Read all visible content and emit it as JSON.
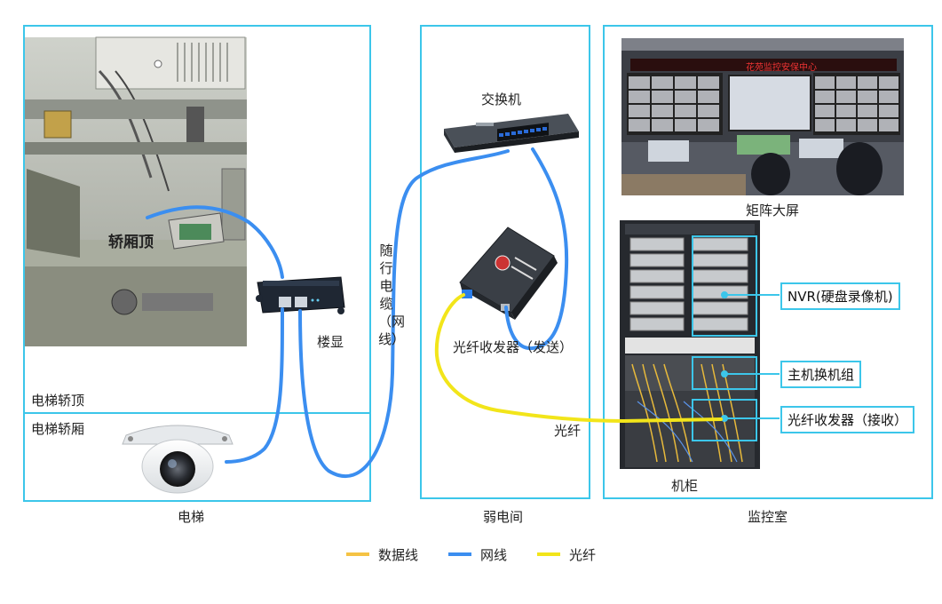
{
  "colors": {
    "border": "#3cc6ea",
    "data_line": "#f5c344",
    "network_line": "#3b8ef0",
    "fiber_line": "#f2e51a"
  },
  "zones": {
    "elevator": "电梯",
    "weak_room": "弱电间",
    "monitor_room": "监控室"
  },
  "elevator": {
    "car_top_section": "电梯轿顶",
    "car_section": "电梯轿厢",
    "car_top_label": "轿厢顶",
    "floor_display": "楼显",
    "trailing_cable": "随行电缆（网线）"
  },
  "weak_room": {
    "switch": "交换机",
    "fiber_tx": "光纤收发器（发送）",
    "fiber": "光纤"
  },
  "monitor_room": {
    "matrix_screen": "矩阵大屏",
    "wall_banner": "花苑监控安保中心",
    "cabinet": "机柜",
    "nvr": "NVR(硬盘录像机)",
    "host_switch": "主机换机组",
    "fiber_rx": "光纤收发器（接收）"
  },
  "legend": [
    {
      "label": "数据线",
      "color_key": "data_line"
    },
    {
      "label": "网线",
      "color_key": "network_line"
    },
    {
      "label": "光纤",
      "color_key": "fiber_line"
    }
  ]
}
